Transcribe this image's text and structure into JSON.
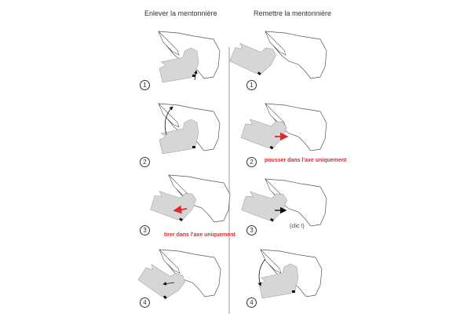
{
  "left": {
    "title": "Enlever la mentonnière",
    "steps": [
      "1",
      "2",
      "3",
      "4"
    ],
    "note": "tirer dans l'axe uniquement"
  },
  "right": {
    "title": "Remettre la mentonnière",
    "steps": [
      "1",
      "2",
      "3",
      "4"
    ],
    "note": "pousser dans l'axe uniquement",
    "clic": "(clic !)"
  },
  "colors": {
    "accent": "#e3262e",
    "chin_guard": "#d6d6d6",
    "divider": "#aaaaaa"
  }
}
